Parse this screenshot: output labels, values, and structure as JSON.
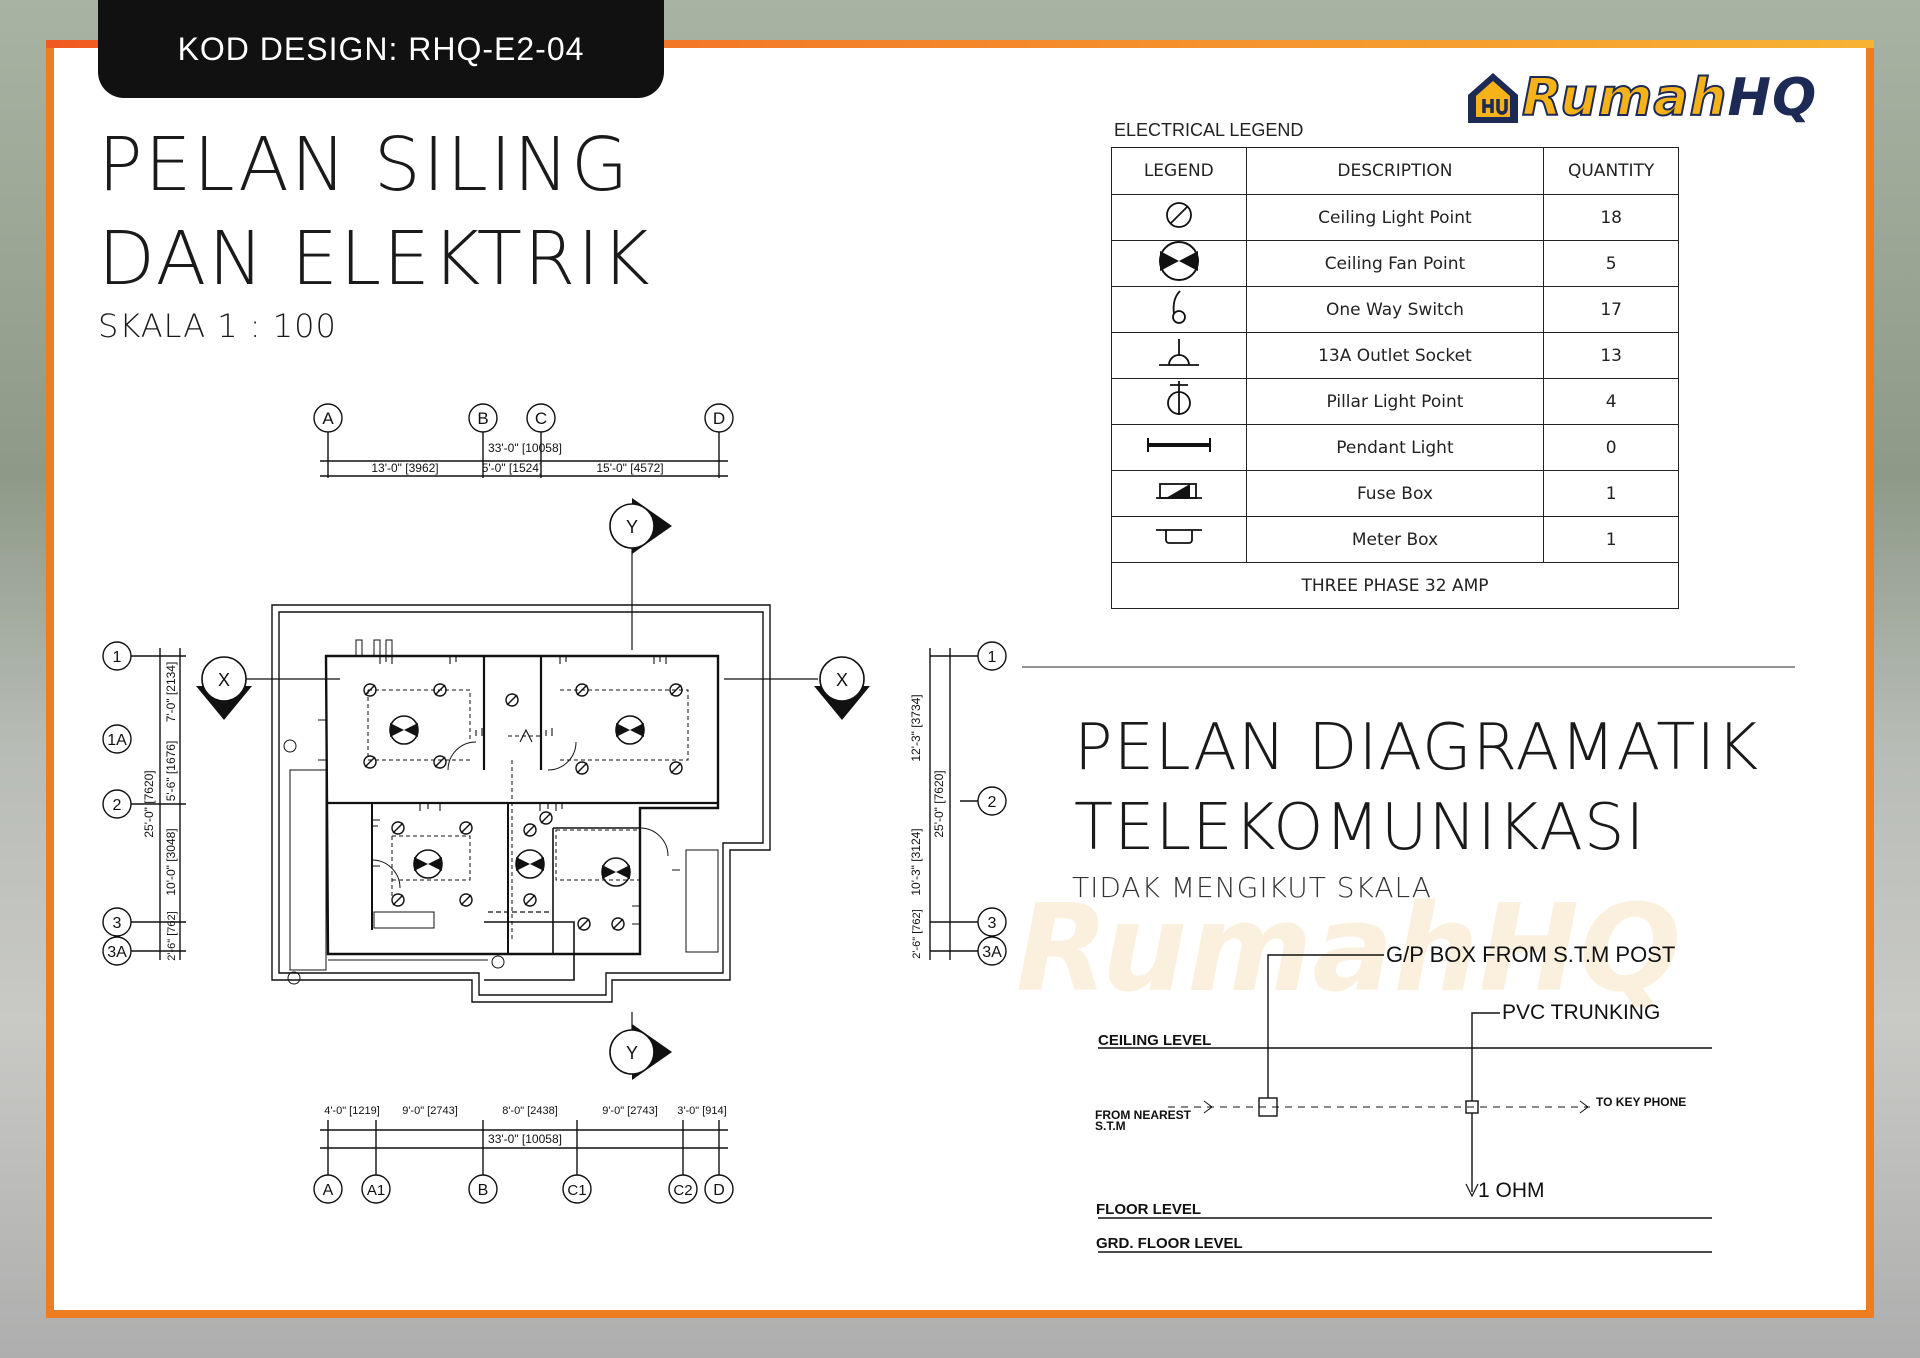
{
  "header": {
    "design_code": "KOD DESIGN: RHQ-E2-04"
  },
  "logo": {
    "text_main": "Rumah",
    "text_accent": "HQ"
  },
  "left_title": {
    "line1": "PELAN SILING",
    "line2": "DAN ELEKTRIK",
    "scale": "SKALA 1 : 100"
  },
  "legend": {
    "caption": "ELECTRICAL LEGEND",
    "headers": [
      "LEGEND",
      "DESCRIPTION",
      "QUANTITY"
    ],
    "rows": [
      {
        "icon": "ceiling-light-symbol",
        "description": "Ceiling Light Point",
        "quantity": "18"
      },
      {
        "icon": "ceiling-fan-symbol",
        "description": "Ceiling Fan Point",
        "quantity": "5"
      },
      {
        "icon": "one-way-switch-symbol",
        "description": "One Way Switch",
        "quantity": "17"
      },
      {
        "icon": "outlet-socket-symbol",
        "description": "13A Outlet Socket",
        "quantity": "13"
      },
      {
        "icon": "pillar-light-symbol",
        "description": "Pillar Light Point",
        "quantity": "4"
      },
      {
        "icon": "pendant-light-symbol",
        "description": "Pendant Light",
        "quantity": "0"
      },
      {
        "icon": "fuse-box-symbol",
        "description": "Fuse Box",
        "quantity": "1"
      },
      {
        "icon": "meter-box-symbol",
        "description": "Meter Box",
        "quantity": "1"
      }
    ],
    "footer": "THREE PHASE 32 AMP"
  },
  "right_title": {
    "line1": "PELAN DIAGRAMATIK",
    "line2": "TELEKOMUNIKASI",
    "scale": "TIDAK MENGIKUT SKALA"
  },
  "telecom": {
    "gp_box": "G/P BOX FROM  S.T.M  POST",
    "pvc": "PVC TRUNKING",
    "ceiling": "CEILING LEVEL",
    "from_nearest": "FROM  NEAREST",
    "stm": "S.T.M",
    "to_key": "TO KEY PHONE",
    "ohm": "1 OHM",
    "floor": "FLOOR LEVEL",
    "grd_floor": "GRD. FLOOR LEVEL"
  },
  "plan": {
    "grid_top": [
      "A",
      "B",
      "C",
      "D"
    ],
    "grid_bottom": [
      "A",
      "A1",
      "B",
      "C1",
      "C2",
      "D"
    ],
    "grid_left": [
      "1",
      "1A",
      "2",
      "3",
      "3A"
    ],
    "grid_right": [
      "1",
      "2",
      "3",
      "3A"
    ],
    "section_markers": [
      "X",
      "X",
      "Y",
      "Y"
    ],
    "dims_top_total": "33'-0\" [10058]",
    "dims_top": [
      "13'-0\" [3962]",
      "5'-0\" [1524]",
      "15'-0\" [4572]"
    ],
    "dims_bottom": [
      "4'-0\" [1219]",
      "9'-0\" [2743]",
      "8'-0\" [2438]",
      "9'-0\" [2743]",
      "3'-0\" [914]"
    ],
    "dims_bottom_total": "33'-0\" [10058]",
    "dims_left_total": "25'-0\" [7620]",
    "dims_left": [
      "7'-0\" [2134]",
      "5'-6\" [1676]",
      "10'-0\" [3048]",
      "2'-6\" [762]"
    ],
    "dims_right_total": "25'-0\" [7620]",
    "dims_right": [
      "12'-3\" [3734]",
      "10'-3\" [3124]",
      "2'-6\" [762]"
    ]
  }
}
